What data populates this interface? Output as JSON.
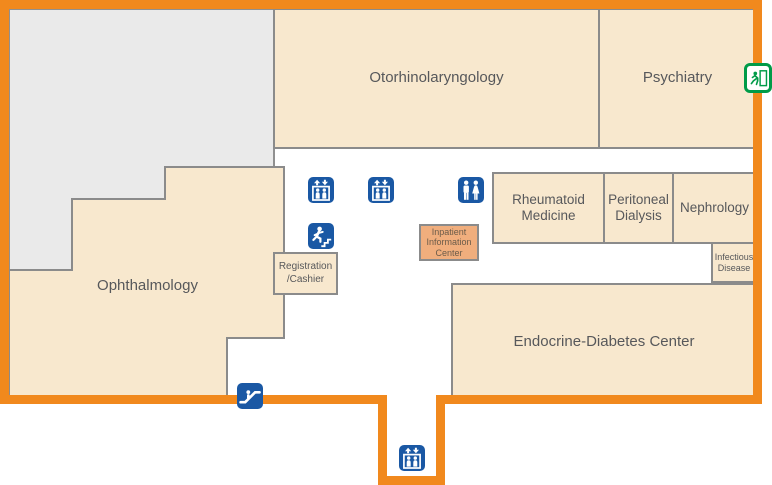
{
  "map_title": "hospital-first-floor-map",
  "colors": {
    "border_orange": "#f1891d",
    "room_fill": "#f8e8ce",
    "room_outline": "#8b8b8b",
    "unlabeled_area_fill": "#eaeaea",
    "info_center_fill": "#f0ae7d",
    "icon_blue": "#1a58a4",
    "exit_green": "#009b48",
    "label_color": "#57585b"
  },
  "rooms": {
    "otorhinolaryngology": "Otorhinolaryngology",
    "psychiatry": "Psychiatry",
    "ophthalmology": "Ophthalmology",
    "rheumatoid_medicine": "Rheumatoid Medicine",
    "peritoneal_dialysis": "Peritoneal Dialysis",
    "nephrology": "Nephrology",
    "infectious_disease": "Infectious Disease",
    "endocrine_diabetes_center": "Endocrine-Diabetes Center",
    "registration_cashier": "Registration /Cashier",
    "inpatient_information_center": "Inpatient Information Center"
  },
  "icons": {
    "elevator": "elevator-icon",
    "restroom": "restroom-icon",
    "emergency_stairs": "emergency-stairs-icon",
    "escalator": "escalator-icon",
    "emergency_exit": "emergency-exit-icon"
  }
}
